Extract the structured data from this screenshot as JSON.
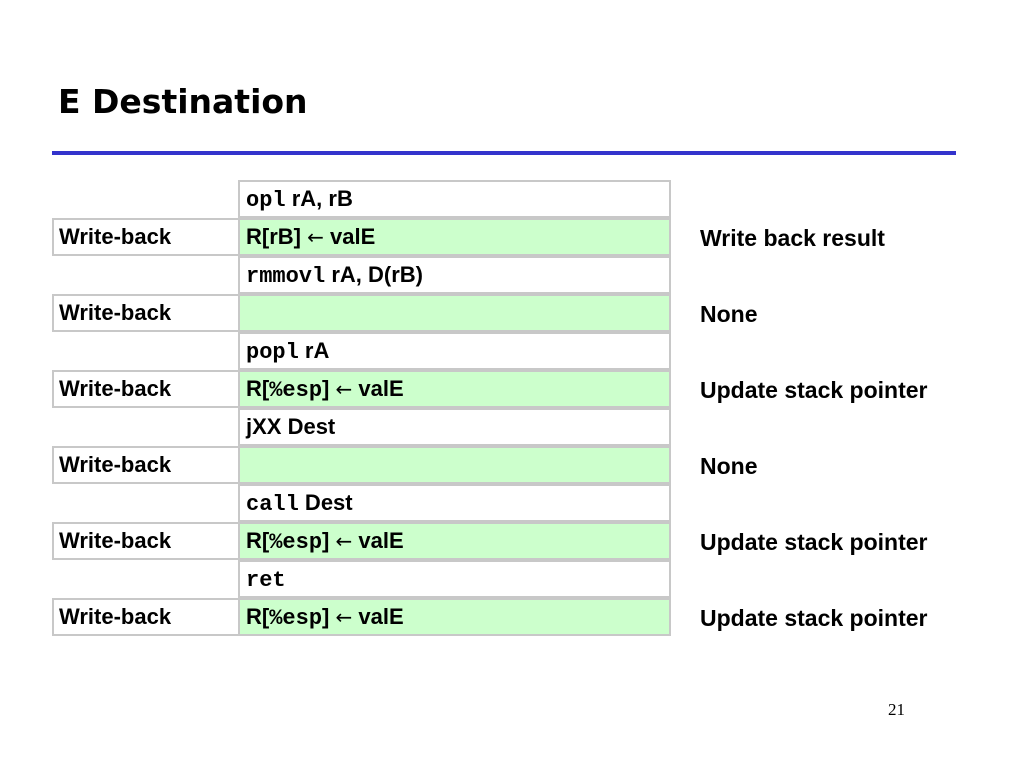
{
  "slide": {
    "title": "E Destination",
    "page_number": "21"
  },
  "colors": {
    "rule": "#3333cc",
    "action_fill": "#ccffcc",
    "border": "#c8c8c8"
  },
  "stage_label": "Write-back",
  "arrow": "←",
  "instructions": [
    {
      "op": "opl",
      "args": " rA, rB",
      "dest_pre": "R[rB] ",
      "dest_reg": "",
      "dest_post": "",
      "dest_val": " valE",
      "note": "Write back result"
    },
    {
      "op": "rmmovl",
      "args": " rA, D(rB)",
      "dest_pre": "",
      "dest_reg": "",
      "dest_post": "",
      "dest_val": "",
      "note": "None"
    },
    {
      "op": "popl",
      "args": " rA",
      "dest_pre": "R[",
      "dest_reg": "%esp",
      "dest_post": "] ",
      "dest_val": " valE",
      "note": "Update stack pointer"
    },
    {
      "op": "",
      "args": "jXX Dest",
      "dest_pre": "",
      "dest_reg": "",
      "dest_post": "",
      "dest_val": "",
      "note": "None"
    },
    {
      "op": "call",
      "args": " Dest",
      "dest_pre": "R[",
      "dest_reg": "%esp",
      "dest_post": "] ",
      "dest_val": " valE",
      "note": "Update stack pointer"
    },
    {
      "op": "ret",
      "args": "",
      "dest_pre": "R[",
      "dest_reg": "%esp",
      "dest_post": "] ",
      "dest_val": " valE",
      "note": "Update stack pointer"
    }
  ]
}
